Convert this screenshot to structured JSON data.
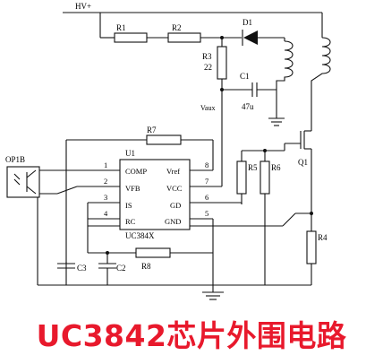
{
  "colors": {
    "caption": "#e8192c",
    "ink": "#111111"
  },
  "labels": {
    "hv": "HV+",
    "r1": "R1",
    "r2": "R2",
    "r3": "R3",
    "r3_value": "22",
    "d1": "D1",
    "c1": "C1",
    "c1_value": "47u",
    "vaux": "Vaux",
    "r7": "R7",
    "u1": "U1",
    "op": "OP1B",
    "q1": "Q1",
    "r4": "R4",
    "r5": "R5",
    "r6": "R6",
    "r8": "R8",
    "c2": "C2",
    "c3": "C3",
    "chip_name": "UC384X"
  },
  "pins": {
    "comp": "COMP",
    "vfb": "VFB",
    "is": "IS",
    "rc": "RC",
    "vref": "Vref",
    "vcc": "VCC",
    "gd": "GD",
    "gnd": "GND",
    "n1": "1",
    "n2": "2",
    "n3": "3",
    "n4": "4",
    "n5": "5",
    "n6": "6",
    "n7": "7",
    "n8": "8"
  },
  "caption": "UC3842芯片外围电路"
}
